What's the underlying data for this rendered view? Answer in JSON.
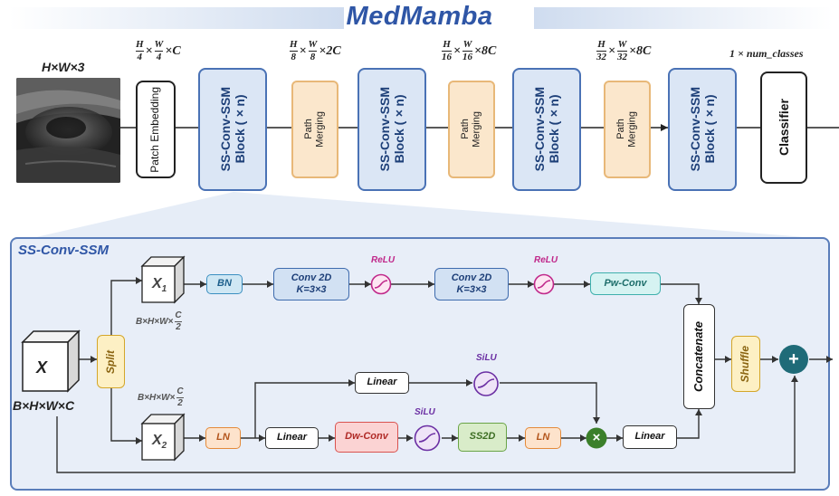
{
  "header": {
    "title": "MedMamba"
  },
  "input_image": {
    "label": "H×W×3"
  },
  "backbone": {
    "patch_embedding": "Patch Embedding",
    "block_label_1": "SS-Conv-SSM",
    "block_label_2": "Block (×n)",
    "path_merging_1": "Path",
    "path_merging_2": "Merging",
    "classifier": "Classifier"
  },
  "dimensions": {
    "d1": {
      "h_den": "4",
      "w_den": "4",
      "c": "C"
    },
    "d2": {
      "h_den": "8",
      "w_den": "8",
      "c": "2C"
    },
    "d3": {
      "h_den": "16",
      "w_den": "16",
      "c": "8C"
    },
    "d4": {
      "h_den": "32",
      "w_den": "32",
      "c": "8C"
    },
    "num": "H",
    "wnum": "W",
    "times": "×",
    "output": "1 × num_classes"
  },
  "detail": {
    "panel_title": "SS-Conv-SSM",
    "input_x": "X",
    "input_dim": "B×H×W×C",
    "x1": "X",
    "x1_sub": "1",
    "x2": "X",
    "x2_sub": "2",
    "half_dim_prefix": "B×H×W×",
    "half_num": "C",
    "half_den": "2",
    "split": "Split",
    "bn": "BN",
    "conv_a_1": "Conv 2D",
    "conv_a_2": "K=3×3",
    "conv_b_1": "Conv 2D",
    "conv_b_2": "K=3×3",
    "relu_1": "ReLU",
    "relu_2": "ReLU",
    "pw_conv": "Pw-Conv",
    "ln_1": "LN",
    "linear_top": "Linear",
    "linear_mid": "Linear",
    "dw_conv": "Dw-Conv",
    "silu_top": "SiLU",
    "silu_mid": "SiLU",
    "ss2d": "SS2D",
    "ln_2": "LN",
    "multiply": "×",
    "linear_out": "Linear",
    "concatenate": "Concatenate",
    "shuffle": "Shuffle",
    "add": "+"
  },
  "colors": {
    "title_blue": "#2f56a6",
    "block_blue": "#4a72b5",
    "merging_orange": "#e8b878",
    "relu_magenta": "#c0288a",
    "silu_purple": "#6b2fa3",
    "add_teal": "#1f6b78",
    "multiply_green": "#3b7f2a"
  }
}
